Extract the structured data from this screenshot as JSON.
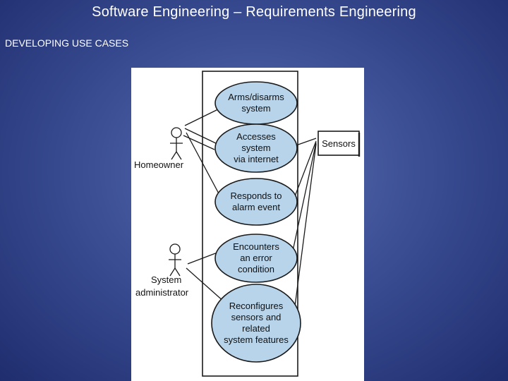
{
  "slide": {
    "title": "Software Engineering – Requirements Engineering",
    "subtitle": "DEVELOPING USE CASES"
  },
  "diagram": {
    "actors": [
      {
        "id": "homeowner",
        "lines": [
          "Homeowner"
        ]
      },
      {
        "id": "sysadmin",
        "lines": [
          "System",
          "administrator"
        ]
      }
    ],
    "external": {
      "id": "sensors",
      "label": "Sensors"
    },
    "use_cases": [
      {
        "id": "arms",
        "lines": [
          "Arms/disarms",
          "system"
        ]
      },
      {
        "id": "accesses",
        "lines": [
          "Accesses",
          "system",
          "via internet"
        ]
      },
      {
        "id": "responds",
        "lines": [
          "Responds to",
          "alarm event"
        ]
      },
      {
        "id": "encounters",
        "lines": [
          "Encounters",
          "an error",
          "condition"
        ]
      },
      {
        "id": "reconfigures",
        "lines": [
          "Reconfigures",
          "sensors and",
          "related",
          "system features"
        ]
      }
    ],
    "colors": {
      "use_case_fill": "#b8d4ea",
      "outline": "#1a1a1a"
    }
  }
}
